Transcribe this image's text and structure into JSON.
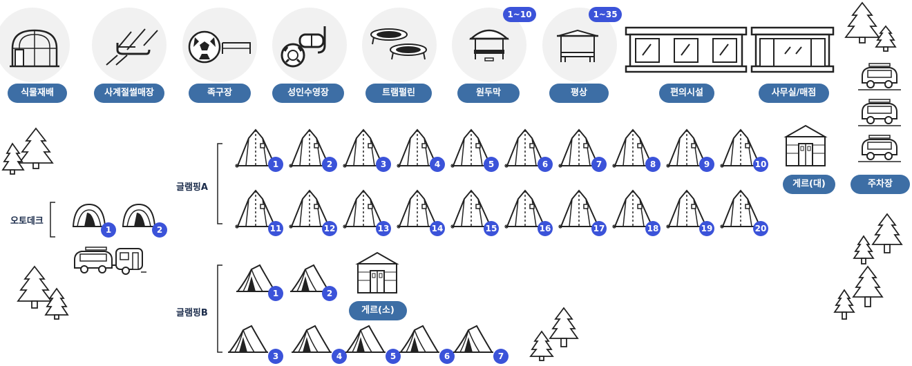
{
  "facilities": [
    {
      "label": "식물재배",
      "icon": "greenhouse-icon"
    },
    {
      "label": "사계절썰매장",
      "icon": "sled-icon"
    },
    {
      "label": "족구장",
      "icon": "football-icon"
    },
    {
      "label": "성인수영장",
      "icon": "swim-ring-icon"
    },
    {
      "label": "트램펄린",
      "icon": "trampoline-icon"
    },
    {
      "label": "원두막",
      "icon": "pavilion-icon",
      "badge": "1~10"
    },
    {
      "label": "평상",
      "icon": "wooden-platform-icon",
      "badge": "1~35"
    },
    {
      "label": "편의시설",
      "icon": "convenience-building-icon"
    },
    {
      "label": "사무실/매점",
      "icon": "office-building-icon"
    }
  ],
  "autocamp": {
    "label": "오토데크",
    "sites": [
      "1",
      "2"
    ]
  },
  "glampingA": {
    "label": "글램핑A",
    "row1": [
      "1",
      "2",
      "3",
      "4",
      "5",
      "6",
      "7",
      "8",
      "9",
      "10"
    ],
    "row2": [
      "11",
      "12",
      "13",
      "14",
      "15",
      "16",
      "17",
      "18",
      "19",
      "20"
    ]
  },
  "glampingB": {
    "label": "글램핑B",
    "row1": [
      "1",
      "2"
    ],
    "row2": [
      "3",
      "4",
      "5",
      "6",
      "7"
    ]
  },
  "ger_large": {
    "label": "게르(대)"
  },
  "ger_small": {
    "label": "게르(소)"
  },
  "parking": {
    "label": "주차장"
  },
  "colors": {
    "pill": "#3d6ea5",
    "badge": "#3b53d9",
    "circle_bg": "#f1f1f1",
    "line": "#222222"
  }
}
